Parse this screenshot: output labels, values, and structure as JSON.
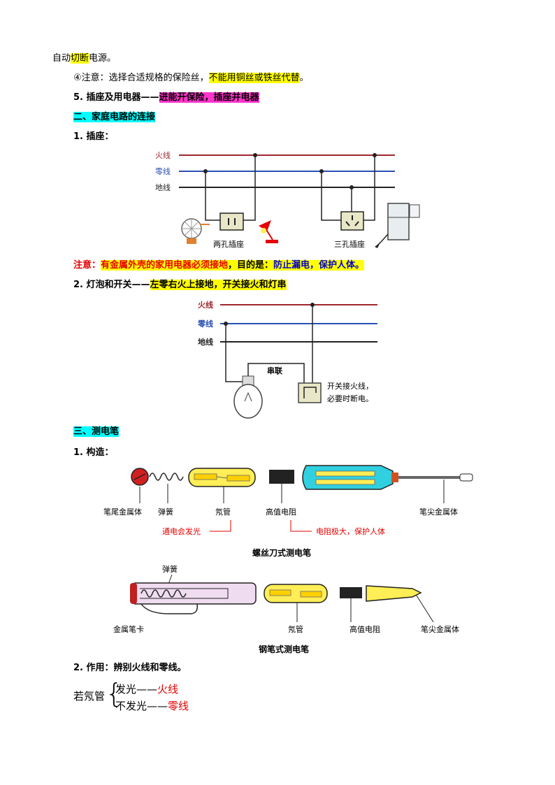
{
  "lines": {
    "l1_a": "自动",
    "l1_b": "切断",
    "l1_c": "电源。",
    "l2_a": "④注意：选择合适规格的保险丝，",
    "l2_b": "不能用铜丝或铁丝代替",
    "l2_c": "。",
    "l3_a": "5. 插座及用电器——",
    "l3_b": "进能开保险，插座并电器",
    "h2": "二、家庭电路的连接",
    "l4": "1. 插座：",
    "note_a": "注意：",
    "note_b": "有金属外壳的家用电器必须接地",
    "note_c": "，目的是：",
    "note_d": "防止漏电，保护人体。",
    "l5_a": "2. 灯泡和开关——",
    "l5_b": "左零右火上接地，开关接火和灯串",
    "h3": "三、测电笔",
    "l6": "1. 构造：",
    "cap1": "螺丝刀式测电笔",
    "cap2": "钢笔式测电笔",
    "l7": "2. 作用：辨别火线和零线。",
    "ruo": "若氖管",
    "fa_a": "发光——",
    "fa_b": "火线",
    "bufa_a": "不发光——",
    "bufa_b": "零线"
  },
  "fig1": {
    "fire": "火线",
    "zero": "零线",
    "ground": "地线",
    "two_hole": "两孔插座",
    "three_hole": "三孔插座"
  },
  "fig2": {
    "fire": "火线",
    "zero": "零线",
    "ground": "地线",
    "series": "串联",
    "switch_note1": "开关接火线，",
    "switch_note2": "必要时断电。"
  },
  "fig3": {
    "tail": "笔尾金属体",
    "spring": "弹簧",
    "neon": "氖管",
    "resistor": "高值电阻",
    "tip": "笔尖金属体",
    "glow": "通电会发光",
    "big_r": "电阻极大，保护人体"
  },
  "fig4": {
    "spring": "弹簧",
    "clip": "金属笔卡",
    "neon": "氖管",
    "resistor": "高值电阻",
    "tip": "笔尖金属体"
  },
  "colors": {
    "fire": "#a0282d",
    "zero": "#2850b4",
    "ground": "#222222",
    "accent_red": "#e60000"
  }
}
